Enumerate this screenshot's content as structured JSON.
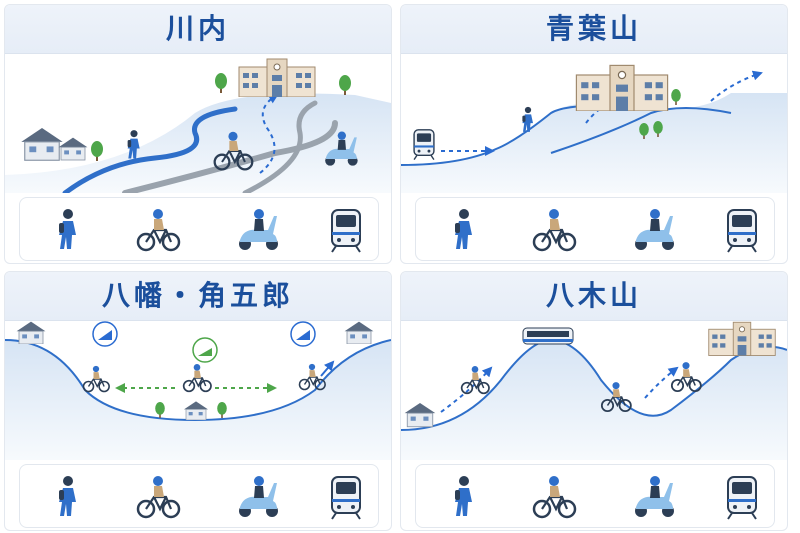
{
  "panels": [
    {
      "title": "川内",
      "modes": [
        "walk-icon",
        "bicycle-icon",
        "scooter-icon",
        "train-icon"
      ]
    },
    {
      "title": "青葉山",
      "modes": [
        "walk-icon",
        "bicycle-icon",
        "scooter-icon",
        "train-icon"
      ]
    },
    {
      "title": "八幡・角五郎",
      "modes": [
        "walk-icon",
        "bicycle-icon",
        "scooter-icon",
        "train-icon"
      ]
    },
    {
      "title": "八木山",
      "modes": [
        "walk-icon",
        "bicycle-icon",
        "scooter-icon",
        "train-icon"
      ]
    }
  ],
  "colors": {
    "accent": "#1b4f9c",
    "hill": "#cfdff0",
    "line": "#2f6fc9",
    "arrow": "#2a6bd1",
    "green": "#4ea64a",
    "grey": "#9aa3ad"
  }
}
